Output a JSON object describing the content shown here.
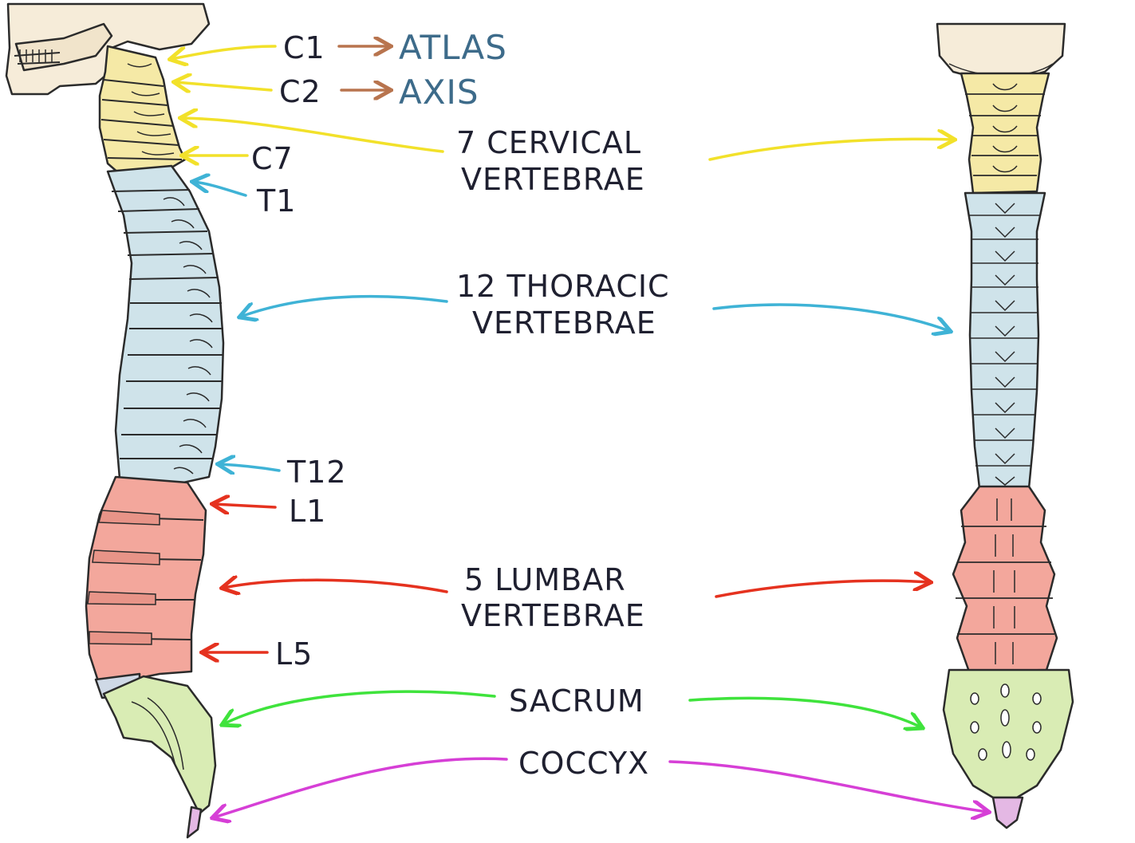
{
  "labels": {
    "c1": "C1",
    "c2": "C2",
    "atlas": "ATLAS",
    "axis": "AXIS",
    "c7": "C7",
    "t1": "T1",
    "t12": "T12",
    "l1": "L1",
    "l5": "L5",
    "cervical_line1": "7 CERVICAL",
    "cervical_line2": "VERTEBRAE",
    "thoracic_line1": "12 THORACIC",
    "thoracic_line2": "VERTEBRAE",
    "lumbar_line1": "5 LUMBAR",
    "lumbar_line2": "VERTEBRAE",
    "sacrum": "SACRUM",
    "coccyx": "COCCYX"
  },
  "colors": {
    "cervical": "#f5e9a6",
    "cervical_arrow": "#f2e12a",
    "thoracic": "#cfe3ea",
    "thoracic_arrow": "#3fb3d6",
    "lumbar": "#f3a79c",
    "lumbar_arrow": "#e5321f",
    "sacrum": "#d9ecb4",
    "sacrum_arrow": "#3fe33c",
    "coccyx": "#e4b8e4",
    "coccyx_arrow": "#d63fd6",
    "text": "#1f2030",
    "accent_blue": "#3d6b8a",
    "accent_brown": "#b8744e"
  },
  "icons": {
    "skull_side": "skull-lateral-icon",
    "skull_back": "skull-posterior-icon"
  }
}
